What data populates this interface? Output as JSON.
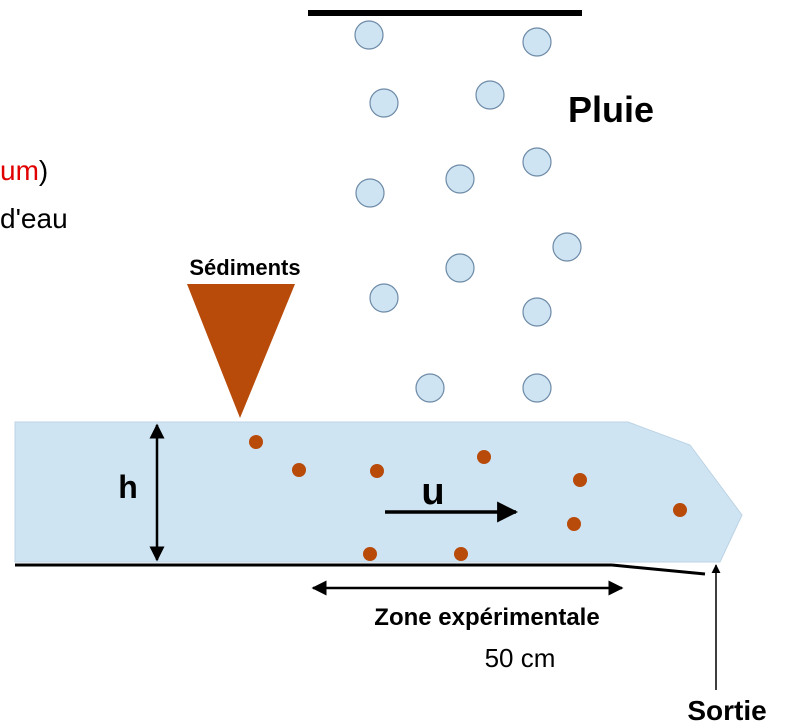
{
  "labels": {
    "pluie": "Pluie",
    "sediments": "Sédiments",
    "h": "h",
    "u": "u",
    "zone": "Zone expérimentale",
    "zone_length": "50 cm",
    "sortie": "Sortie",
    "clipped_line1_red": "um",
    "clipped_line1_close": ")",
    "clipped_line2": "d'eau"
  },
  "colors": {
    "water": "#cfe4f3",
    "water_edge": "#9fb8cc",
    "drop_fill": "#cfe4f3",
    "drop_stroke": "#6d8aa6",
    "sediment": "#b84a0a",
    "red_text": "#e00000",
    "black": "#000000"
  }
}
